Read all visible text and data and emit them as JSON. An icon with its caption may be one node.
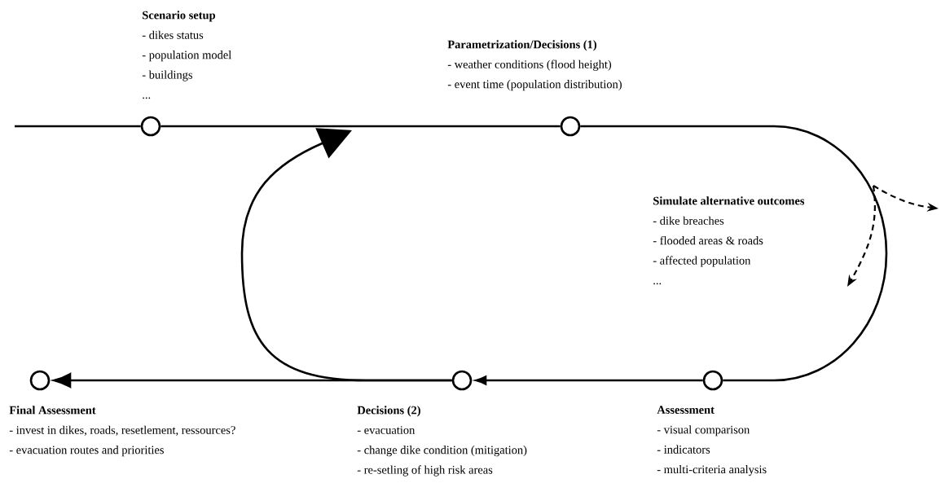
{
  "diagram": {
    "nodes": [
      {
        "text": [],
        "shape": "circle",
        "beside": [
          "Scenario setup",
          "- dikes status",
          "- population model",
          "- buildings",
          "..."
        ]
      },
      {
        "text": [],
        "shape": "circle",
        "beside": [
          "Parametrization/Decisions (1)",
          "- weather conditions (flood height)",
          "- event time (population distribution)"
        ]
      },
      {
        "text": [],
        "shape": "circle",
        "beside": [
          "Assessment",
          "- visual comparison",
          "- indicators",
          "- multi-criteria analysis"
        ]
      },
      {
        "text": [],
        "shape": "circle",
        "beside": [
          "Decisions (2)",
          "- evacuation",
          "- change dike condition (mitigation)",
          "- re-setling of high risk areas"
        ]
      },
      {
        "text": [],
        "shape": "circle",
        "beside": [
          "Final Assessment",
          "- invest in dikes, roads, resetlement, ressources?",
          "- evacuation routes and priorities"
        ]
      }
    ],
    "edges": [
      {
        "from": null,
        "to": 0,
        "arrow": "none"
      },
      {
        "from": 0,
        "to": 1,
        "arrow": "none"
      },
      {
        "from": 1,
        "to": 2,
        "arrow": "none"
      },
      {
        "from": 2,
        "to": 3,
        "arrow": "to"
      },
      {
        "from": 3,
        "to": 4,
        "arrow": "to"
      },
      {
        "from": 3,
        "to": null,
        "arrow": "to"
      }
    ],
    "labels": [
      "Simulate alternative outcomes",
      "- dike breaches",
      "- flooded areas & roads",
      "- affected population",
      "..."
    ]
  }
}
